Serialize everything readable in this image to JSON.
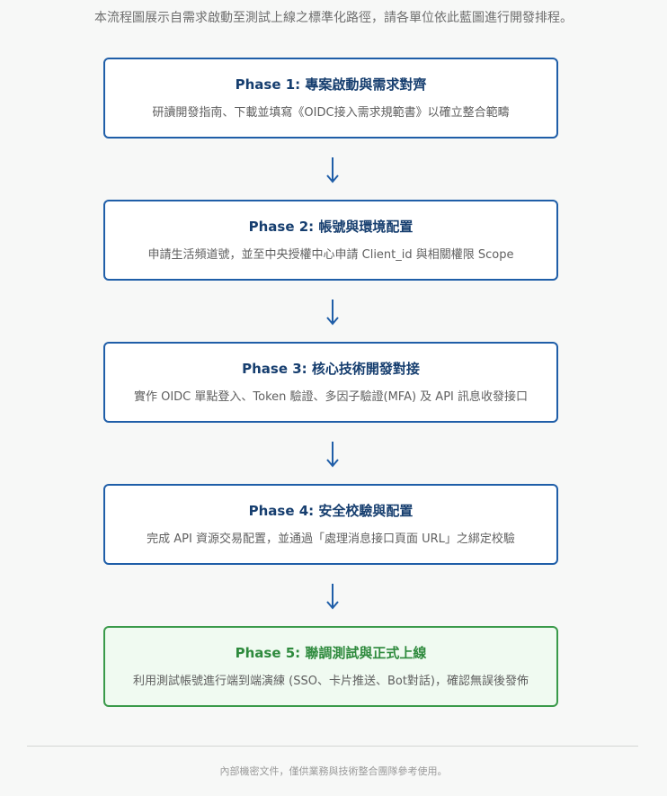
{
  "intro": "本流程圖展示自需求啟動至測試上線之標準化路徑，請各單位依此藍圖進行開發排程。",
  "phases": [
    {
      "title": "Phase 1: 專案啟動與需求對齊",
      "description": "研讀開發指南、下載並填寫《OIDC接入需求規範書》以確立整合範疇"
    },
    {
      "title": "Phase 2: 帳號與環境配置",
      "description": "申請生活頻道號，並至中央授權中心申請 Client_id 與相關權限 Scope"
    },
    {
      "title": "Phase 3: 核心技術開發對接",
      "description": "實作 OIDC 單點登入、Token 驗證、多因子驗證(MFA) 及 API 訊息收發接口"
    },
    {
      "title": "Phase 4: 安全校驗與配置",
      "description": "完成 API 資源交易配置，並通過「處理消息接口頁面 URL」之綁定校驗"
    },
    {
      "title": "Phase 5: 聯調測試與正式上線",
      "description": "利用測試帳號進行端到端演練 (SSO、卡片推送、Bot對話)，確認無誤後發佈"
    }
  ],
  "colors": {
    "phase_border": "#1f5ea8",
    "phase_title": "#163e6f",
    "final_border": "#3a9a4a",
    "final_title": "#2e8a3d",
    "final_background": "#f0faf1",
    "arrow": "#1f5ea8"
  },
  "arrow_icon": "arrow-down-icon",
  "footer": "內部機密文件，僅供業務與技術整合團隊參考使用。"
}
